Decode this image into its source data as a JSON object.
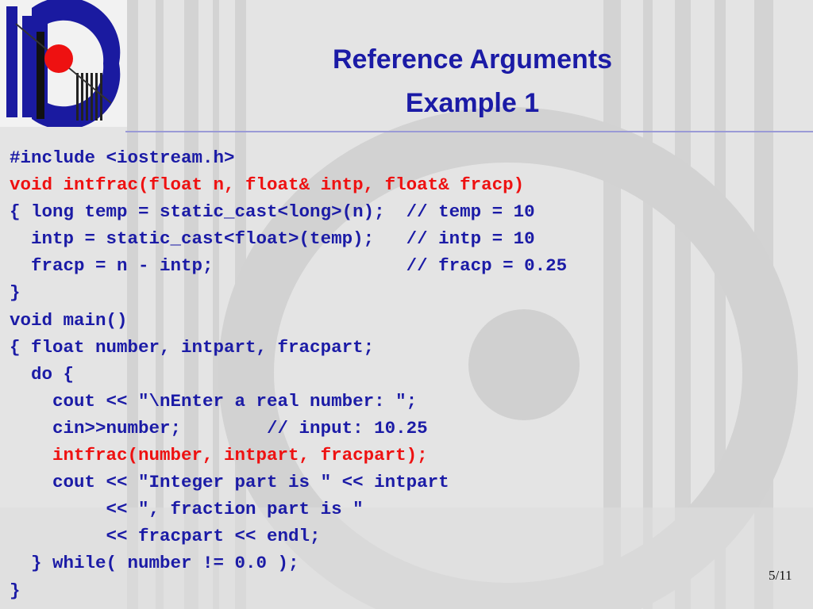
{
  "title": {
    "line1": "Reference Arguments",
    "line2": "Example 1"
  },
  "code": {
    "lines": [
      {
        "text": "#include <iostream.h>",
        "highlight": false
      },
      {
        "text": "void intfrac(float n, float& intp, float& fracp)",
        "highlight": true
      },
      {
        "text": "{ long temp = static_cast<long>(n);  // temp = 10",
        "highlight": false
      },
      {
        "text": "  intp = static_cast<float>(temp);   // intp = 10",
        "highlight": false
      },
      {
        "text": "  fracp = n - intp;                  // fracp = 0.25",
        "highlight": false
      },
      {
        "text": "}",
        "highlight": false
      },
      {
        "text": "void main()",
        "highlight": false
      },
      {
        "text": "{ float number, intpart, fracpart;",
        "highlight": false
      },
      {
        "text": "  do {",
        "highlight": false
      },
      {
        "text": "    cout << \"\\nEnter a real number: \";",
        "highlight": false
      },
      {
        "text": "    cin>>number;        // input: 10.25",
        "highlight": false
      },
      {
        "text": "    intfrac(number, intpart, fracpart);",
        "highlight": true
      },
      {
        "text": "    cout << \"Integer part is \" << intpart",
        "highlight": false
      },
      {
        "text": "         << \", fraction part is \"",
        "highlight": false
      },
      {
        "text": "         << fracpart << endl;",
        "highlight": false
      },
      {
        "text": "  } while( number != 0.0 );",
        "highlight": false
      },
      {
        "text": "}",
        "highlight": false
      }
    ]
  },
  "slide_number": "5/11",
  "colors": {
    "code_text": "#1b1ba6",
    "code_highlight": "#ee1111",
    "title": "#1b1ba6"
  }
}
